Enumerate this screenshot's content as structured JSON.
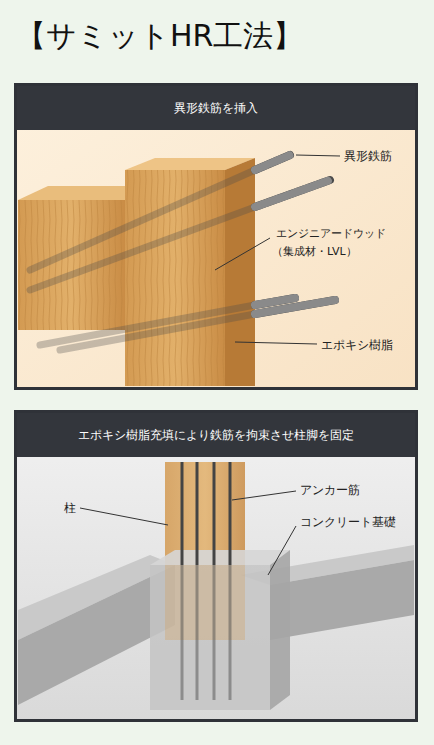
{
  "diagram": {
    "title": "【サミットHR工法】",
    "nodes": [
      {
        "text": [
          "異形鉄筋を挿入"
        ]
      },
      {
        "text": [
          "エポキシ樹脂充填により鉄筋を拘束させ柱脚を固定"
        ]
      }
    ],
    "labels": [
      "異形鉄筋",
      "エンジニアードウッド",
      "（集成材・LVL）",
      "エポキシ樹脂",
      "柱",
      "アンカー筋",
      "コンクリート基礎"
    ]
  }
}
